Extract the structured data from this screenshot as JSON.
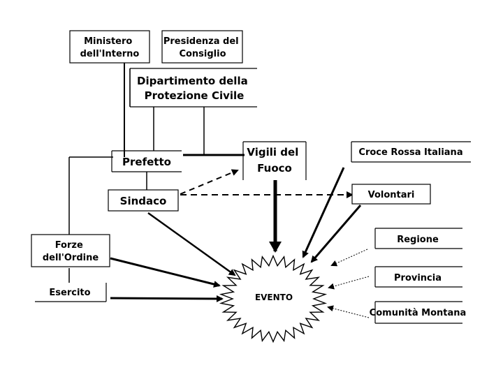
{
  "nodes": {
    "ministero": [
      "Ministero",
      "dell'Interno"
    ],
    "presidenza": [
      "Presidenza del",
      "Consiglio"
    ],
    "dipartimento": [
      "Dipartimento della",
      "Protezione Civile"
    ],
    "prefetto": [
      "Prefetto"
    ],
    "vigili": [
      "Vigili del",
      "Fuoco"
    ],
    "croce_rossa": [
      "Croce Rossa Italiana"
    ],
    "sindaco": [
      "Sindaco"
    ],
    "volontari": [
      "Volontari"
    ],
    "forze_ordine": [
      "Forze",
      "dell'Ordine"
    ],
    "esercito": [
      "Esercito"
    ],
    "regione": [
      "Regione"
    ],
    "provincia": [
      "Provincia"
    ],
    "comunita_montana": [
      "Comunità Montana"
    ],
    "evento": [
      "EVENTO"
    ]
  }
}
